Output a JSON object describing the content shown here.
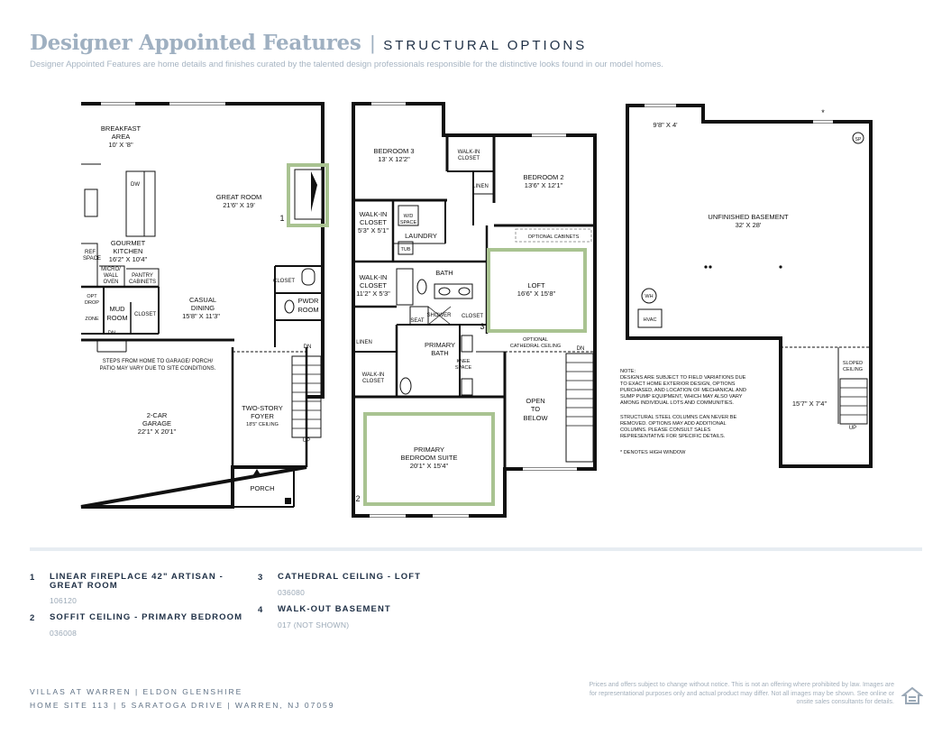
{
  "header": {
    "brand_title": "Designer Appointed Features",
    "divider": "|",
    "subtitle": "STRUCTURAL OPTIONS",
    "tagline": "Designer Appointed Features are home details and finishes curated by the talented design professionals responsible for the distinctive looks found in our model homes."
  },
  "first_floor": {
    "breakfast_name": "BREAKFAST",
    "breakfast_name2": "AREA",
    "breakfast_dim": "10' X '8\"",
    "great_room_name": "GREAT ROOM",
    "great_room_dim": "21'6\" X 19'",
    "kitchen_name": "GOURMET",
    "kitchen_name2": "KITCHEN",
    "kitchen_dim": "16'2\" X 10'4\"",
    "dw": "DW",
    "ref": "REF",
    "space": "SPACE",
    "micro": "MICRO/",
    "wall": "WALL",
    "oven": "OVEN",
    "pantry": "PANTRY",
    "cabinets": "CABINETS",
    "casual_name": "CASUAL",
    "dining_name": "DINING",
    "casual_dim": "15'8\" X 11'3\"",
    "closet": "CLOSET",
    "pwdr": "PWDR",
    "room": "ROOM",
    "opt": "OPT",
    "drop": "DROP",
    "zone": "ZONE",
    "mud": "MUD",
    "mud_room": "ROOM",
    "closet2": "CLOSET",
    "dn": "DN",
    "dn2": "DN",
    "up": "UP",
    "steps_note": [
      "STEPS FROM HOME TO GARAGE/ PORCH/",
      "PATIO MAY VARY DUE TO SITE CONDITIONS."
    ],
    "garage_name": "2-CAR",
    "garage_name2": "GARAGE",
    "garage_dim": "22'1\" X 20'1\"",
    "foyer_name": "TWO-STORY",
    "foyer_name2": "FOYER",
    "foyer_ceiling": "18'5\" CEILING",
    "porch": "PORCH",
    "marker_1": "1"
  },
  "second_floor": {
    "bed3_name": "BEDROOM 3",
    "bed3_dim": "13' X 12'2\"",
    "walkin_closet_a": "WALK-IN",
    "walkin_closet_a2": "CLOSET",
    "linen_a": "LINEN",
    "bed2_name": "BEDROOM 2",
    "bed2_dim": "13'6\" X 12'1\"",
    "walkin_b": "WALK-IN",
    "walkin_b2": "CLOSET",
    "walkin_b_dim": "5'3\" X 5'1\"",
    "wd": "W/D",
    "wd_space": "SPACE",
    "laundry": "LAUNDRY",
    "tub": "TUB",
    "optional_cabinets": "OPTIONAL CABINETS",
    "walkin_c": "WALK-IN",
    "walkin_c2": "CLOSET",
    "walkin_c_dim": "11'2\" X 5'3\"",
    "bath": "BATH",
    "loft_name": "LOFT",
    "loft_dim": "16'6\" X 15'8\"",
    "seat": "SEAT",
    "shower": "SHOWER",
    "closet": "CLOSET",
    "marker_3": "3",
    "linen_b": "LINEN",
    "primary_bath": "PRIMARY",
    "primary_bath2": "BATH",
    "knee": "KNEE",
    "knee_space": "SPACE",
    "optional_ceiling": "OPTIONAL",
    "optional_ceiling2": "CATHEDRAL CEILING",
    "dn": "DN",
    "walkin_d": "WALK-IN",
    "walkin_d2": "CLOSET",
    "open": "OPEN",
    "to": "TO",
    "below": "BELOW",
    "primary_suite": "PRIMARY",
    "primary_suite2": "BEDROOM SUITE",
    "primary_suite_dim": "20'1\" X 15'4\"",
    "marker_2": "2"
  },
  "basement": {
    "small_dim": "9'8\" X 4'",
    "star": "*",
    "sp": "SP",
    "name": "UNFINISHED BASEMENT",
    "dim": "32' X 28'",
    "wh": "WH",
    "hvac": "HVAC",
    "note_lines": [
      "NOTE:",
      "DESIGNS ARE SUBJECT TO FIELD VARIATIONS DUE",
      "TO EXACT HOME EXTERIOR DESIGN, OPTIONS",
      "PURCHASED, AND LOCATION OF MECHANICAL AND",
      "SUMP PUMP EQUIPMENT, WHICH MAY ALSO VARY",
      "AMONG INDIVIDUAL LOTS AND COMMUNITIES.",
      "",
      "STRUCTURAL STEEL COLUMNS CAN NEVER BE",
      "REMOVED.  OPTIONS MAY ADD ADDITIONAL",
      "COLUMNS.  PLEASE CONSULT SALES",
      "REPRESENTATIVE FOR SPECIFIC DETAILS."
    ],
    "high_window_note": "* DENOTES HIGH WINDOW",
    "sloped": "SLOPED",
    "ceiling": "CEILING",
    "lower_dim": "15'7\" X 7'4\"",
    "up": "UP"
  },
  "options": [
    {
      "num": "1",
      "title": "LINEAR FIREPLACE 42\" ARTISAN -",
      "title2": "GREAT ROOM",
      "code": "106120"
    },
    {
      "num": "2",
      "title": "SOFFIT CEILING - PRIMARY BEDROOM",
      "title2": "",
      "code": "036008"
    },
    {
      "num": "3",
      "title": "CATHEDRAL CEILING - LOFT",
      "title2": "",
      "code": "036080"
    },
    {
      "num": "4",
      "title": "WALK-OUT BASEMENT",
      "title2": "",
      "code": "017 (NOT SHOWN)"
    }
  ],
  "footer": {
    "line1": "VILLAS AT WARREN  |  ELDON GLENSHIRE",
    "line2": "HOME SITE 113  |  5 SARATOGA DRIVE  |  WARREN, NJ 07059",
    "disclaimer": "Prices and offers subject to change without notice. This is not an offering where prohibited by law. Images are for representational purposes only and actual product may differ. Not all images may be shown. See online or onsite sales consultants for details."
  },
  "colors": {
    "brand": "#9fb0c1",
    "navy": "#1e2f45",
    "option_highlight": "#a9c391",
    "wall": "#111111"
  }
}
